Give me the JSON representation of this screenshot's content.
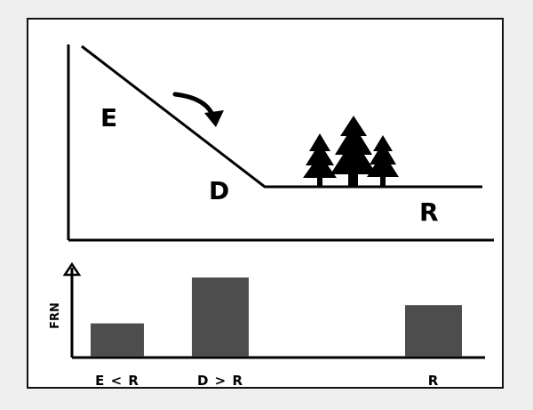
{
  "profile": {
    "zones": [
      {
        "id": "E",
        "label": "E"
      },
      {
        "id": "D",
        "label": "D"
      },
      {
        "id": "R",
        "label": "R"
      }
    ]
  },
  "chart_data": {
    "type": "bar",
    "ylabel": "FRN",
    "categories": [
      "E < R",
      "D > R",
      "R"
    ],
    "values": [
      0.42,
      1.0,
      0.65
    ],
    "bar_color": "#4d4d4d"
  },
  "icons": {
    "flow_arrow": "curved-arrow-icon",
    "trees": "conifer-trees-icon"
  }
}
